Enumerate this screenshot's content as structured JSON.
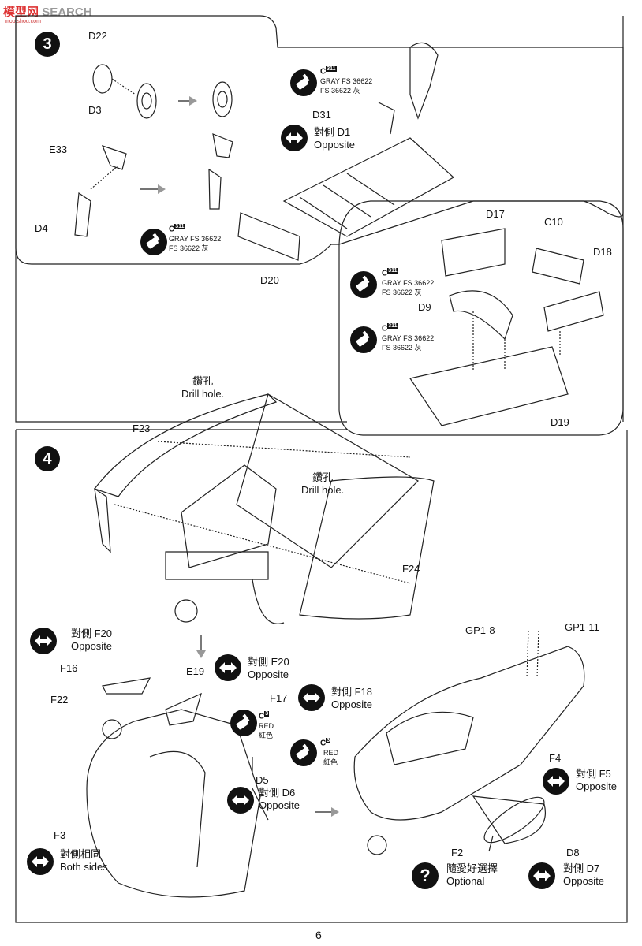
{
  "watermark": {
    "logo_text": "模型网",
    "search": "SEARCH",
    "url": "moo.shou.com"
  },
  "page_number": "6",
  "step3": {
    "number": "3",
    "parts": {
      "d22": "D22",
      "d3": "D3",
      "e33": "E33",
      "d4": "D4",
      "d20": "D20",
      "d31": "D31",
      "d17": "D17",
      "c10": "C10",
      "d18": "D18",
      "d9": "D9",
      "d19": "D19"
    },
    "paint": {
      "code": "C",
      "code_num": "311",
      "line1": "GRAY FS 36622",
      "line2": "FS 36622 灰"
    },
    "opposite": {
      "cn": "對側 D1",
      "en": "Opposite"
    }
  },
  "step4": {
    "number": "4",
    "drill_cn": "鑽孔",
    "drill_en": "Drill hole.",
    "parts": {
      "f23": "F23",
      "f24": "F24",
      "f16": "F16",
      "e19": "E19",
      "f22": "F22",
      "f17": "F17",
      "d5": "D5",
      "f3": "F3",
      "gp18": "GP1-8",
      "gp111": "GP1-11",
      "f4": "F4",
      "f2": "F2",
      "d8": "D8"
    },
    "opp_f20": {
      "cn": "對側 F20",
      "en": "Opposite"
    },
    "opp_e20": {
      "cn": "對側 E20",
      "en": "Opposite"
    },
    "opp_f18": {
      "cn": "對側 F18",
      "en": "Opposite"
    },
    "opp_d6": {
      "cn": "對側 D6",
      "en": "Opposite"
    },
    "opp_f5": {
      "cn": "對側 F5",
      "en": "Opposite"
    },
    "opp_d7": {
      "cn": "對側 D7",
      "en": "Opposite"
    },
    "both_sides": {
      "cn": "對側相同",
      "en": "Both sides"
    },
    "optional": {
      "cn": "隨愛好選擇",
      "en": "Optional"
    },
    "red_paint": {
      "code": "C",
      "code_num": "3",
      "en": "RED",
      "cn": "紅色"
    }
  }
}
